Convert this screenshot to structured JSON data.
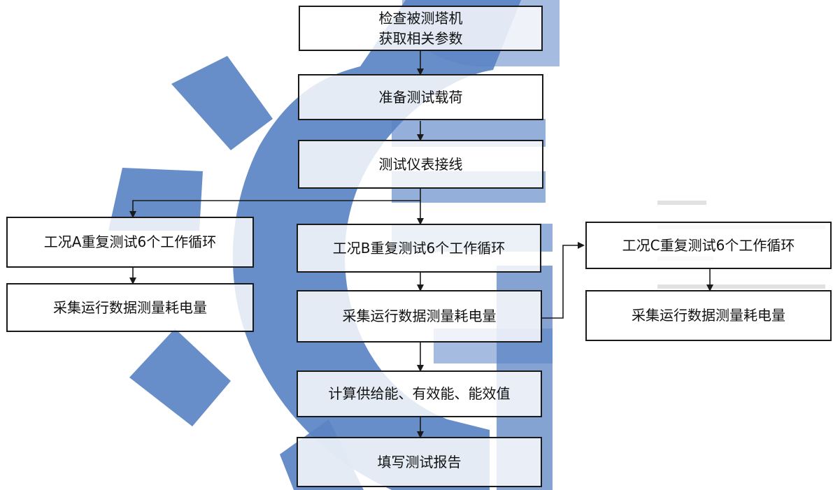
{
  "flowchart": {
    "watermark": {
      "color": "#5b84c4"
    },
    "nodes": {
      "inspect": "检查被测塔机\n获取相关参数",
      "prepare_load": "准备测试载荷",
      "wiring": "测试仪表接线",
      "condition_a": "工况A重复测试6个工作循环",
      "collect_a": "采集运行数据测量耗电量",
      "condition_b": "工况B重复测试6个工作循环",
      "collect_b": "采集运行数据测量耗电量",
      "condition_c": "工况C重复测试6个工作循环",
      "collect_c": "采集运行数据测量耗电量",
      "calculate": "计算供给能、有效能、能效值",
      "report": "填写测试报告"
    }
  }
}
